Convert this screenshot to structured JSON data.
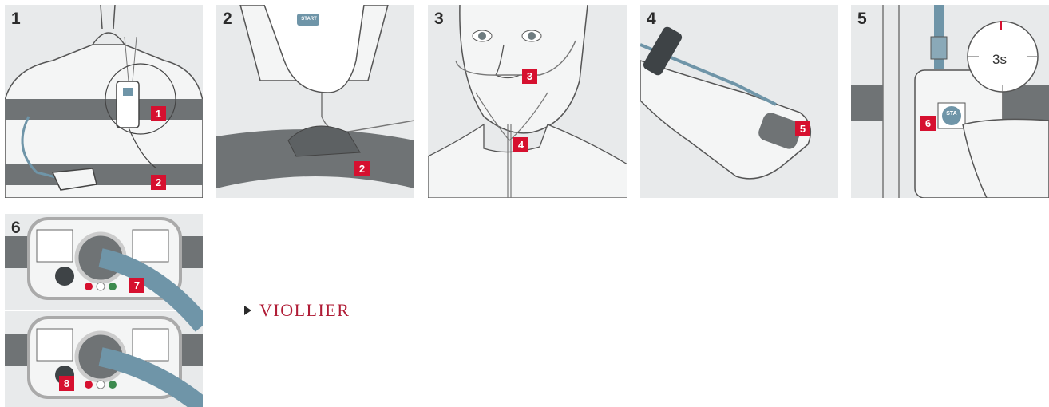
{
  "steps": [
    {
      "number": "1",
      "badges": [
        "1",
        "2"
      ]
    },
    {
      "number": "2",
      "badges": [
        "2"
      ],
      "device_button": "START"
    },
    {
      "number": "3",
      "badges": [
        "3",
        "4"
      ]
    },
    {
      "number": "4",
      "badges": [
        "5"
      ]
    },
    {
      "number": "5",
      "badges": [
        "6"
      ],
      "timer": "3s",
      "button_text": "STA"
    },
    {
      "number": "6",
      "badges": [
        "7",
        "8"
      ]
    }
  ],
  "brand": {
    "name": "VIOLLIER"
  },
  "colors": {
    "accent": "#d6102f",
    "panel_bg": "#e8eaeb",
    "belt": "#6f7375",
    "tube": "#6f95a8",
    "brand": "#b01c36"
  }
}
